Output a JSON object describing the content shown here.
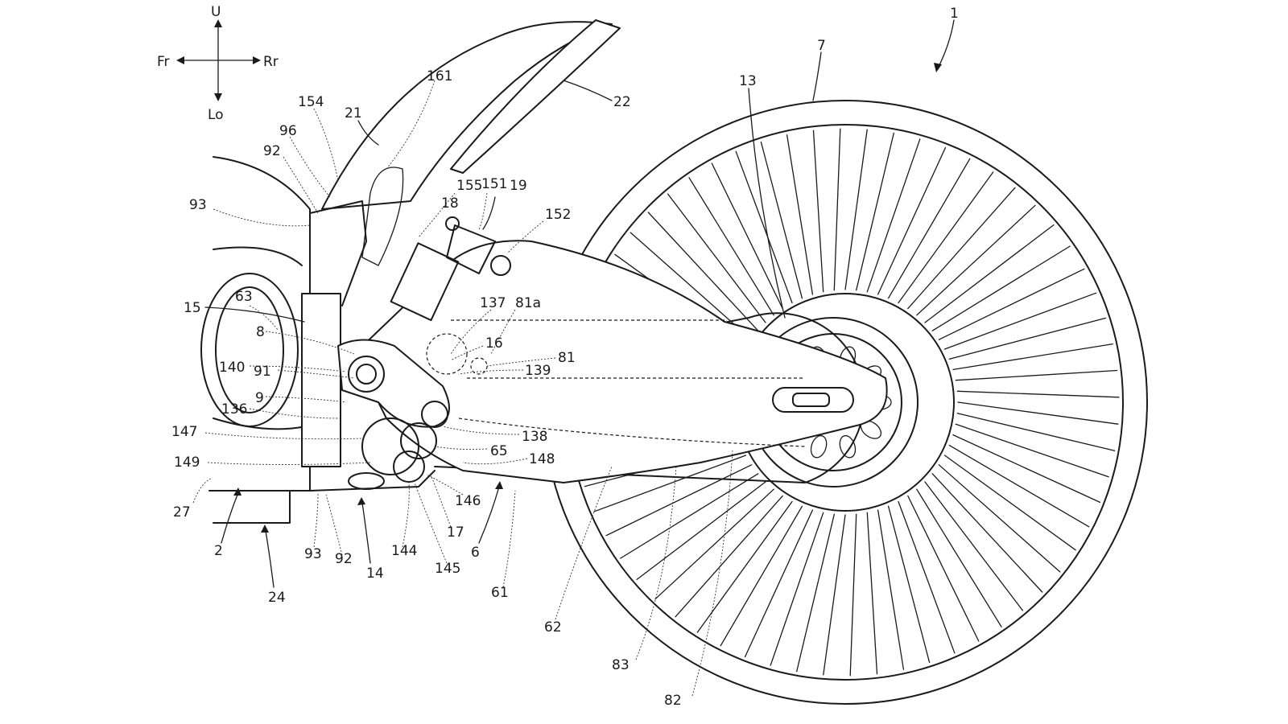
{
  "figure": {
    "reference_number": "1",
    "direction_labels": {
      "up": "U",
      "low": "Lo",
      "front": "Fr",
      "rear": "Rr"
    },
    "labels": {
      "n1": "1",
      "n7": "7",
      "n13": "13",
      "n22": "22",
      "n161": "161",
      "n21": "21",
      "n154": "154",
      "n96": "96",
      "n92a": "92",
      "n93a": "93",
      "n155": "155",
      "n151": "151",
      "n19": "19",
      "n18": "18",
      "n152": "152",
      "n63": "63",
      "n15": "15",
      "n137": "137",
      "n81a": "81a",
      "n8": "8",
      "n16": "16",
      "n81": "81",
      "n140": "140",
      "n91": "91",
      "n139": "139",
      "n9": "9",
      "n136": "136",
      "n138": "138",
      "n147": "147",
      "n65": "65",
      "n148": "148",
      "n149": "149",
      "n146": "146",
      "n27": "27",
      "n17": "17",
      "n6": "6",
      "n2": "2",
      "n93b": "93",
      "n92b": "92",
      "n14": "14",
      "n144": "144",
      "n145": "145",
      "n61": "61",
      "n24": "24",
      "n62": "62",
      "n83": "83",
      "n82": "82"
    }
  }
}
